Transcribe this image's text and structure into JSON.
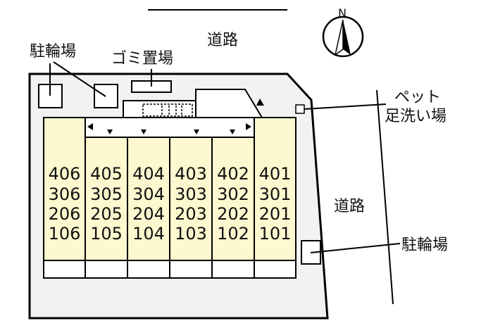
{
  "labels": {
    "road_top": "道路",
    "road_right": "道路",
    "bike_parking_left": "駐輪場",
    "bike_parking_right": "駐輪場",
    "garbage": "ゴミ置場",
    "pet_wash_line1": "ペット",
    "pet_wash_line2": "足洗い場",
    "north": "N"
  },
  "colors": {
    "unit_fill": "#fdf8cf",
    "lot_fill": "#f2f2f2"
  },
  "units": [
    [
      "406",
      "306",
      "206",
      "106"
    ],
    [
      "405",
      "305",
      "205",
      "105"
    ],
    [
      "404",
      "304",
      "204",
      "104"
    ],
    [
      "403",
      "303",
      "203",
      "103"
    ],
    [
      "402",
      "302",
      "202",
      "102"
    ],
    [
      "401",
      "301",
      "201",
      "101"
    ]
  ]
}
